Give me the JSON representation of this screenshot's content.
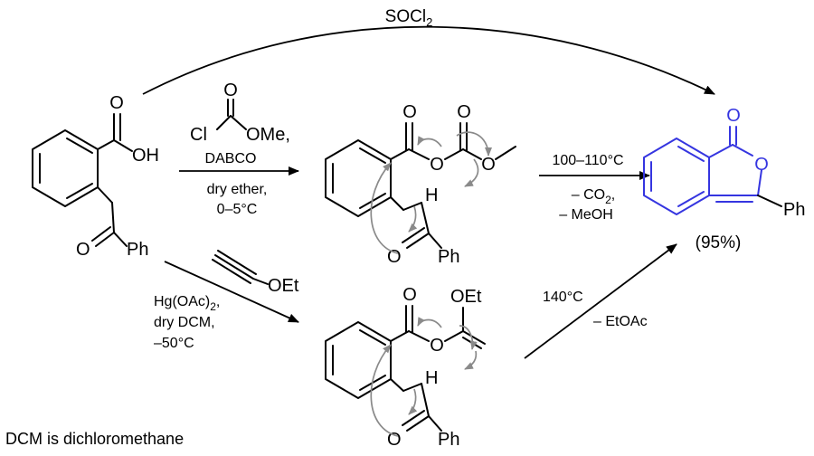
{
  "colors": {
    "product": "#3535e0",
    "curly_arrow": "#8a8a8a",
    "ink": "#000000"
  },
  "top_arrow": {
    "reagent": "SOCl",
    "reagent_sub": "2"
  },
  "route_a": {
    "reagent_atoms": {
      "o": "O",
      "cl": "Cl",
      "ome": "OMe,"
    },
    "reagent_line2": "DABCO",
    "cond_line1": "dry ether,",
    "cond_line2": "0–5°C"
  },
  "route_b": {
    "reagent_oet": "OEt",
    "cond_line1_main": "Hg(OAc)",
    "cond_line1_sub": "2",
    "cond_line1_end": ",",
    "cond_line2": "dry DCM,",
    "cond_line3": "–50°C"
  },
  "step_a": {
    "temp": "100–110°C",
    "loss1_main": "– CO",
    "loss1_sub": "2",
    "loss1_end": ",",
    "loss2": "– MeOH"
  },
  "step_b": {
    "temp": "140°C",
    "loss": "– EtOAc"
  },
  "product_yield": "(95%)",
  "atoms": {
    "o": "O",
    "oh": "OH",
    "ph": "Ph",
    "h": "H",
    "oet": "OEt"
  },
  "footnote": "DCM is dichloromethane"
}
